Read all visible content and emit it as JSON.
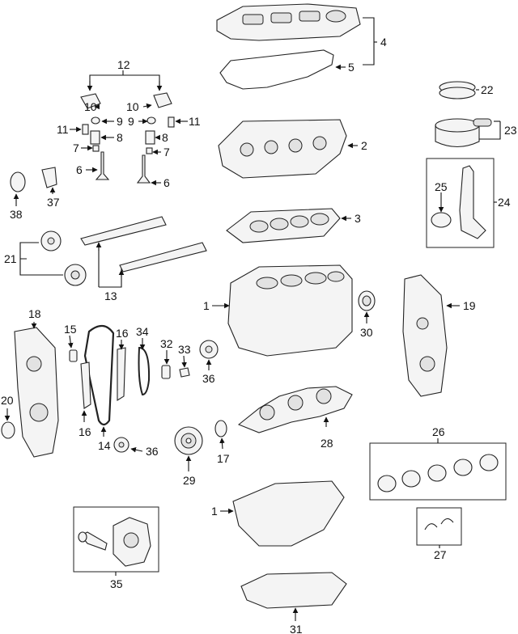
{
  "callouts": {
    "c1a": "1",
    "c1b": "1",
    "c2": "2",
    "c3": "3",
    "c4": "4",
    "c5": "5",
    "c6a": "6",
    "c6b": "6",
    "c7a": "7",
    "c7b": "7",
    "c8a": "8",
    "c8b": "8",
    "c9a": "9",
    "c9b": "9",
    "c10a": "10",
    "c10b": "10",
    "c11a": "11",
    "c11b": "11",
    "c12": "12",
    "c13": "13",
    "c14": "14",
    "c15": "15",
    "c16a": "16",
    "c16b": "16",
    "c17": "17",
    "c18": "18",
    "c19": "19",
    "c20": "20",
    "c21": "21",
    "c22": "22",
    "c23": "23",
    "c24": "24",
    "c25": "25",
    "c26": "26",
    "c27": "27",
    "c28": "28",
    "c29": "29",
    "c30": "30",
    "c31": "31",
    "c32": "32",
    "c33": "33",
    "c34": "34",
    "c35": "35",
    "c36a": "36",
    "c36b": "36",
    "c37": "37",
    "c38": "38"
  }
}
